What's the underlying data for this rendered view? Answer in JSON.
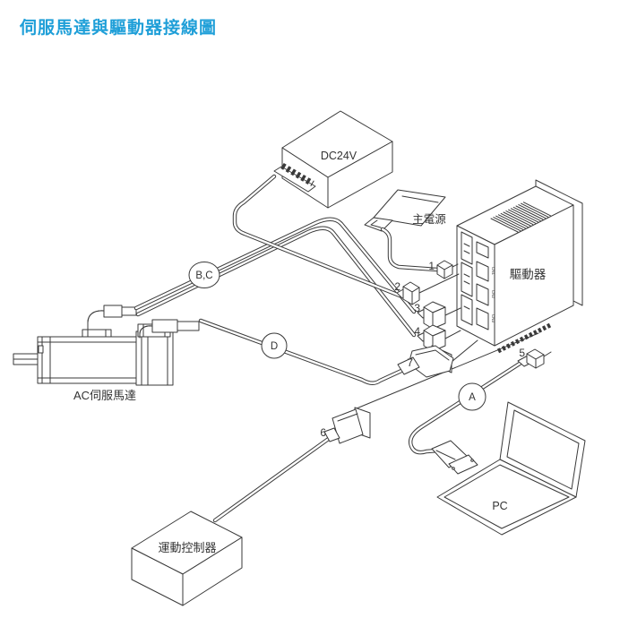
{
  "page": {
    "title": "伺服馬達與驅動器接線圖"
  },
  "colors": {
    "title": "#1f9fd8",
    "line": "#3a3a3a",
    "text": "#333333",
    "background": "#ffffff"
  },
  "diagram": {
    "power_supply_label": "DC24V",
    "main_power_label": "主電源",
    "driver_label": "驅動器",
    "driver_ports": [
      "CN1",
      "CN2",
      "CN3"
    ],
    "motor_label": "AC伺服馬達",
    "controller_label": "運動控制器",
    "pc_label": "PC",
    "cable_tags": [
      "B,C",
      "D",
      "A"
    ],
    "connector_numbers": [
      "1",
      "2",
      "3",
      "4",
      "5",
      "6",
      "7"
    ]
  }
}
